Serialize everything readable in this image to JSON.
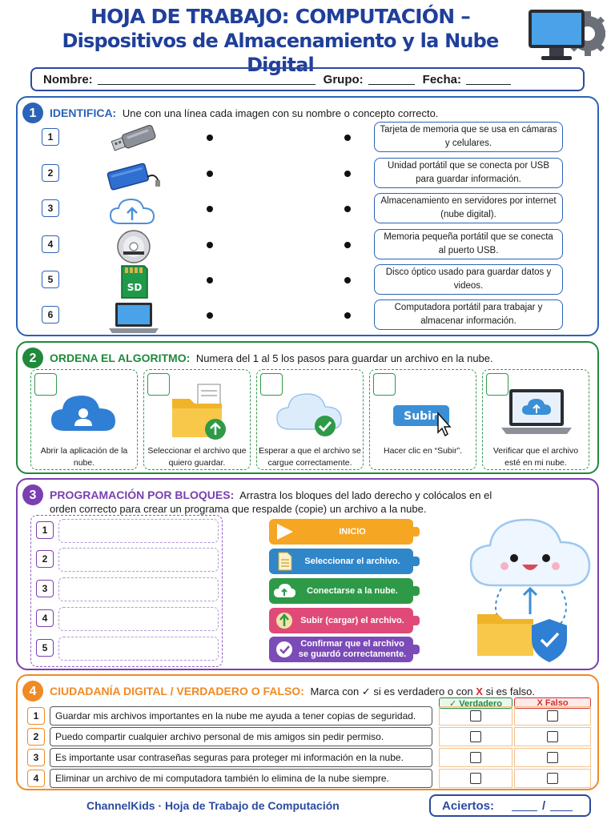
{
  "header": {
    "title_line1": "HOJA DE TRABAJO: COMPUTACIÓN –",
    "title_line2": "Dispositivos de Almacenamiento y la Nube Digital",
    "icon": "computer-gear-icon"
  },
  "student_info": {
    "name_label": "Nombre:",
    "group_label": "Grupo:",
    "date_label": "Fecha:"
  },
  "section1": {
    "number": "1",
    "title": "IDENTIFICA:",
    "instruction": "Une con una línea cada imagen con su nombre o concepto correcto.",
    "items": [
      {
        "num": "1",
        "icon": "usb-drive-icon"
      },
      {
        "num": "2",
        "icon": "external-hard-drive-icon"
      },
      {
        "num": "3",
        "icon": "cloud-upload-icon"
      },
      {
        "num": "4",
        "icon": "dvd-disc-icon"
      },
      {
        "num": "5",
        "icon": "sd-card-icon",
        "icon_text": "SD"
      },
      {
        "num": "6",
        "icon": "laptop-icon"
      }
    ],
    "definitions": [
      "Tarjeta de memoria que se usa en cámaras y celulares.",
      "Unidad portátil que se conecta por USB para guardar información.",
      "Almacenamiento en servidores por internet (nube digital).",
      "Memoria pequeña portátil que se conecta al puerto USB.",
      "Disco óptico usado para guardar datos y videos.",
      "Computadora portátil para trabajar y almacenar información."
    ]
  },
  "section2": {
    "number": "2",
    "title": "ORDENA EL ALGORITMO:",
    "instruction": "Numera del 1 al 5 los pasos para guardar un archivo en la nube.",
    "steps": [
      {
        "caption": "Abrir la aplicación de la nube.",
        "icon": "cloud-user-icon"
      },
      {
        "caption": "Seleccionar el archivo que quiero guardar.",
        "icon": "folder-upload-icon"
      },
      {
        "caption": "Esperar a que el archivo se cargue correctamente.",
        "icon": "cloud-check-icon"
      },
      {
        "caption": "Hacer clic en “Subir”.",
        "icon": "subir-button-cursor-icon",
        "button_text": "Subir"
      },
      {
        "caption": "Verificar que el archivo esté en mi nube.",
        "icon": "laptop-cloud-icon"
      }
    ]
  },
  "section3": {
    "number": "3",
    "title": "PROGRAMACIÓN POR BLOQUES:",
    "instruction": "Arrastra los bloques del lado derecho y colócalos en el orden correcto para crear un programa que respalde (copie) un archivo a la nube.",
    "slots": [
      "1",
      "2",
      "3",
      "4",
      "5"
    ],
    "blocks": [
      {
        "label": "INICIO",
        "color": "#f5a623",
        "icon": "play-icon"
      },
      {
        "label": "Seleccionar el archivo.",
        "color": "#2f86c9",
        "icon": "document-icon"
      },
      {
        "label": "Conectarse a la nube.",
        "color": "#2e9a48",
        "icon": "cloud-upload-icon"
      },
      {
        "label": "Subir (cargar) el archivo.",
        "color": "#e04a78",
        "icon": "upload-arrow-icon"
      },
      {
        "label": "Confirmar que el archivo se guardó correctamente.",
        "color": "#7b4bb8",
        "icon": "checkmark-icon"
      }
    ]
  },
  "section4": {
    "number": "4",
    "title": "CIUDADANÍA DIGITAL / VERDADERO O FALSO:",
    "instruction_prefix": "Marca con",
    "check_mark": "✓",
    "instruction_mid": "si es verdadero o con",
    "x_mark": "X",
    "instruction_suffix": "si es falso.",
    "true_header": "✓ Verdadero",
    "false_header": "X Falso",
    "statements": [
      {
        "num": "1",
        "text": "Guardar mis archivos importantes en la nube me ayuda a tener copias de seguridad."
      },
      {
        "num": "2",
        "text": "Puedo compartir cualquier archivo personal de mis amigos sin pedir permiso."
      },
      {
        "num": "3",
        "text": "Es importante usar contraseñas seguras para proteger mi información en la nube."
      },
      {
        "num": "4",
        "text": "Eliminar un archivo de mi computadora también lo elimina de la nube siempre."
      }
    ]
  },
  "footer": {
    "brand": "ChannelKids · Hoja de Trabajo de Computación",
    "score_label": "Aciertos:",
    "score_slash": "/"
  }
}
